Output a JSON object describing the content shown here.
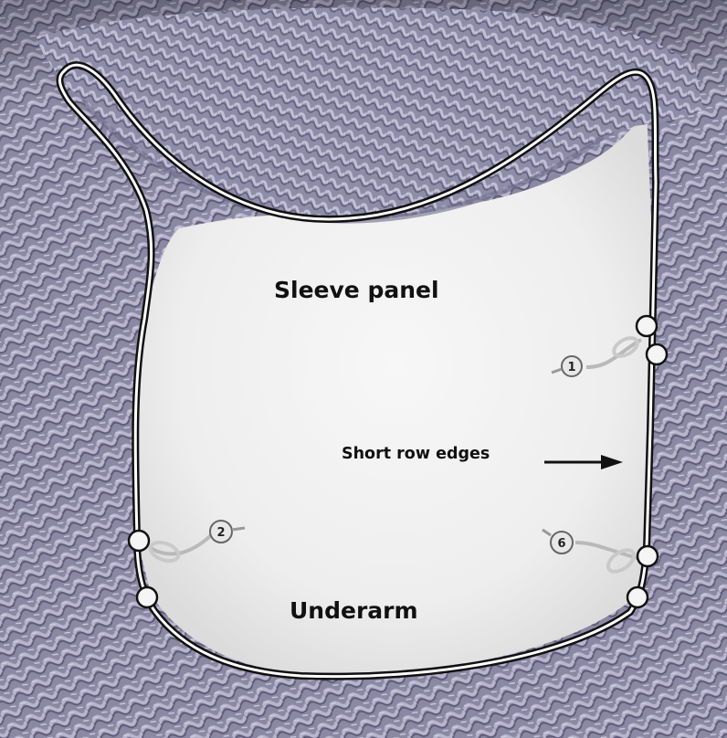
{
  "labels": {
    "sleeve_panel": "Sleeve panel",
    "short_row_edges": "Short row edges",
    "underarm": "Underarm"
  },
  "markers": {
    "marker_1": "1",
    "marker_2": "2",
    "marker_6": "6"
  },
  "colors": {
    "knit_base": "#8b88a3",
    "knit_light": "#b8b5cc",
    "knit_dark": "#5e5a78",
    "fabric_white": "#f2f2f2",
    "outline_black": "#111111",
    "outline_white": "#ffffff",
    "metal": "#b9b9b9"
  }
}
